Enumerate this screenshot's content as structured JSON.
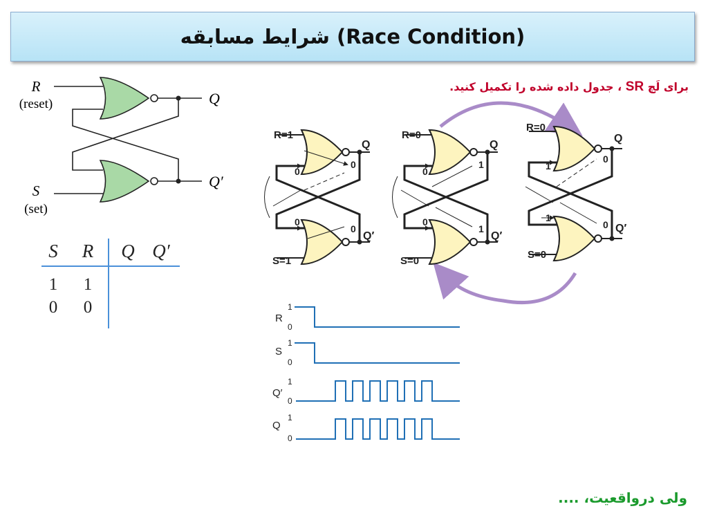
{
  "title": "شرایط مسابقه (Race Condition)",
  "instruction": {
    "prefix": "برای لَچ",
    "latch": "SR",
    "suffix": "، جدول داده شده را تکمیل کنید."
  },
  "footer": "ولی درواقعیت، ....",
  "textbook_latch": {
    "r_label": "R",
    "r_sub": "(reset)",
    "s_label": "S",
    "s_sub": "(set)",
    "q_label": "Q",
    "qn_label": "Q′"
  },
  "truth_table": {
    "headers": [
      "S",
      "R",
      "Q",
      "Q′"
    ],
    "rows": [
      [
        "1",
        "1",
        "",
        ""
      ],
      [
        "0",
        "0",
        "",
        ""
      ]
    ]
  },
  "latch_states": [
    {
      "r": "R=1",
      "s": "S=1",
      "top_in": "0",
      "top_out": "0",
      "bot_in": "0",
      "bot_out": "0",
      "q": "Q",
      "qn": "Q′"
    },
    {
      "r": "R=0",
      "s": "S=0",
      "top_in": "0",
      "top_out": "1",
      "bot_in": "0",
      "bot_out": "1",
      "q": "Q",
      "qn": "Q′"
    },
    {
      "r": "R=0",
      "s": "S=0",
      "top_in": "1",
      "top_out": "0",
      "bot_in": "1",
      "bot_out": "0",
      "q": "Q",
      "qn": "Q′"
    }
  ],
  "timing": {
    "signals": [
      {
        "name": "R",
        "high": "1",
        "low": "0"
      },
      {
        "name": "S",
        "high": "1",
        "low": "0"
      },
      {
        "name": "Q′",
        "high": "1",
        "low": "0"
      },
      {
        "name": "Q",
        "high": "1",
        "low": "0"
      }
    ],
    "color": "#1f6fb5"
  },
  "colors": {
    "gate_fill": "#fdf4bf",
    "arrow_purple": "#a98bc8",
    "title_text": "#111111",
    "instruction_text": "#c0002a",
    "footer_text": "#1a9a2c"
  }
}
